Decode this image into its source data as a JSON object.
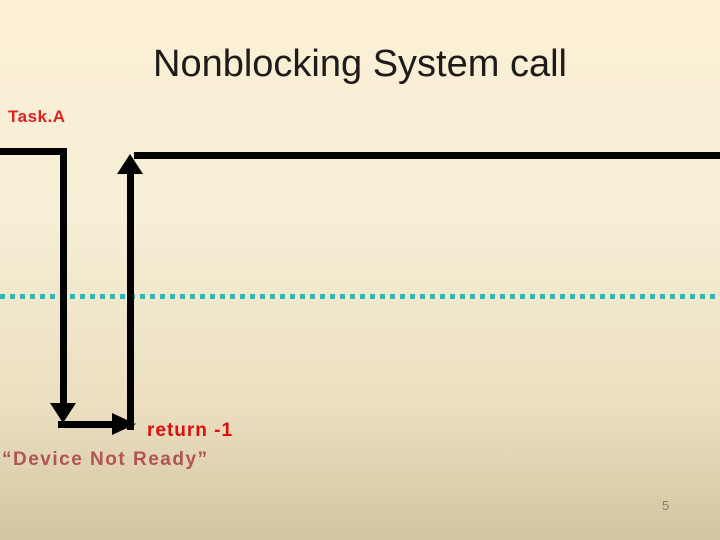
{
  "slide": {
    "title": "Nonblocking System call",
    "page_number": "5"
  },
  "diagram": {
    "type": "timeline-flow",
    "task_label": "Task.A",
    "return_label": "return -1",
    "device_label": "“Device Not Ready”",
    "arrows": [
      "down-arrow-head",
      "right-arrow-head",
      "up-arrow-head"
    ],
    "lines": [
      "task-timeline-start",
      "syscall-down-line",
      "return-bottom-line",
      "resume-up-line",
      "task-timeline-continue",
      "teal-dotted-time-line"
    ]
  },
  "colors": {
    "background_top": "#FCF0D5",
    "background_bottom": "#D2C5A0",
    "title_text": "#1E1B1A",
    "task_label": "#DC2222",
    "return_label": "#E00D0D",
    "device_label": "#B05454",
    "timeline_line": "#000000",
    "dotted_line": "#2FB6B6",
    "page_number": "#857D6E"
  }
}
